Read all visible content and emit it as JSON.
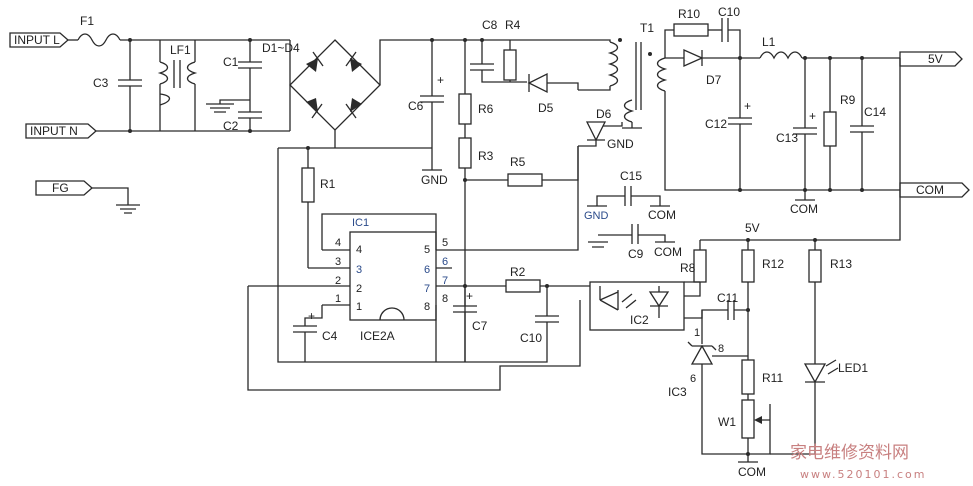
{
  "ports": {
    "input_l": "INPUT L",
    "input_n": "INPUT N",
    "fg": "FG",
    "out_5v": "5V",
    "out_com": "COM"
  },
  "components": {
    "F1": "F1",
    "LF1": "LF1",
    "C1": "C1",
    "C2": "C2",
    "C3": "C3",
    "D1D4": "D1~D4",
    "C6": "C6",
    "C7": "C7",
    "C8": "C8",
    "C9": "C9",
    "C10a": "C10",
    "C10b": "C10",
    "C11": "C11",
    "C12": "C12",
    "C13": "C13",
    "C14": "C14",
    "C15": "C15",
    "C4": "C4",
    "R1": "R1",
    "R2": "R2",
    "R3": "R3",
    "R4": "R4",
    "R5": "R5",
    "R6": "R6",
    "R8": "R8",
    "R9": "R9",
    "R10": "R10",
    "R11": "R11",
    "R12": "R12",
    "R13": "R13",
    "D5": "D5",
    "D6": "D6",
    "D7": "D7",
    "T1": "T1",
    "L1": "L1",
    "IC1": "IC1",
    "ICE2A": "ICE2A",
    "IC2": "IC2",
    "IC3": "IC3",
    "W1": "W1",
    "LED1": "LED1"
  },
  "nets": {
    "gnd1": "GND",
    "gnd2": "GND",
    "gnd3": "GND",
    "com1": "COM",
    "com2": "COM",
    "com3": "COM",
    "com4": "COM",
    "v5": "5V"
  },
  "ic_pins": {
    "left_outer": [
      "4",
      "3",
      "2",
      "1"
    ],
    "left_inner": [
      "4",
      "3",
      "2",
      "1"
    ],
    "right_inner": [
      "5",
      "6",
      "7",
      "8"
    ],
    "right_outer": [
      "5",
      "6",
      "7",
      "8"
    ]
  },
  "ic3_pins": {
    "p1": "1",
    "p8": "8",
    "p6": "6"
  },
  "watermark": {
    "text": "家电维修资料网",
    "url": "www.520101.com"
  }
}
